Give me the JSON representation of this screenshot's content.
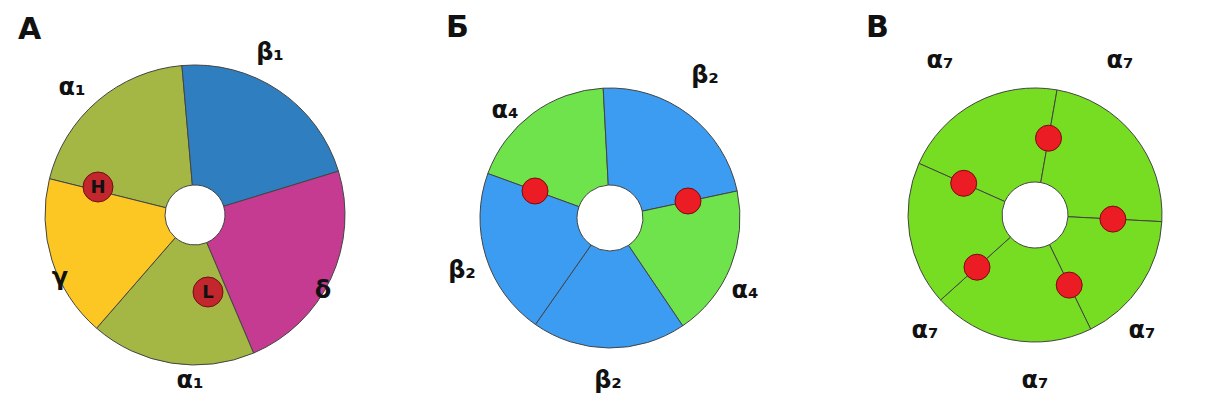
{
  "diagram": {
    "nodes": [
      {
        "text": [
          "α₁"
        ]
      },
      {
        "text": [
          "β₁"
        ]
      },
      {
        "text": [
          "δ"
        ]
      },
      {
        "text": [
          "α₁"
        ]
      },
      {
        "text": [
          "γ"
        ]
      },
      {
        "text": [
          "H"
        ]
      },
      {
        "text": [
          "L"
        ]
      },
      {
        "text": [
          "α₄"
        ]
      },
      {
        "text": [
          "β₂"
        ]
      },
      {
        "text": [
          "α₄"
        ]
      },
      {
        "text": [
          "β₂"
        ]
      },
      {
        "text": [
          "β₂"
        ]
      },
      {
        "text": [
          "α₇"
        ]
      },
      {
        "text": [
          "α₇"
        ]
      },
      {
        "text": [
          "α₇"
        ]
      },
      {
        "text": [
          "α₇"
        ]
      },
      {
        "text": [
          "α₇"
        ]
      }
    ],
    "labels": [
      "А",
      "Б",
      "В"
    ]
  }
}
